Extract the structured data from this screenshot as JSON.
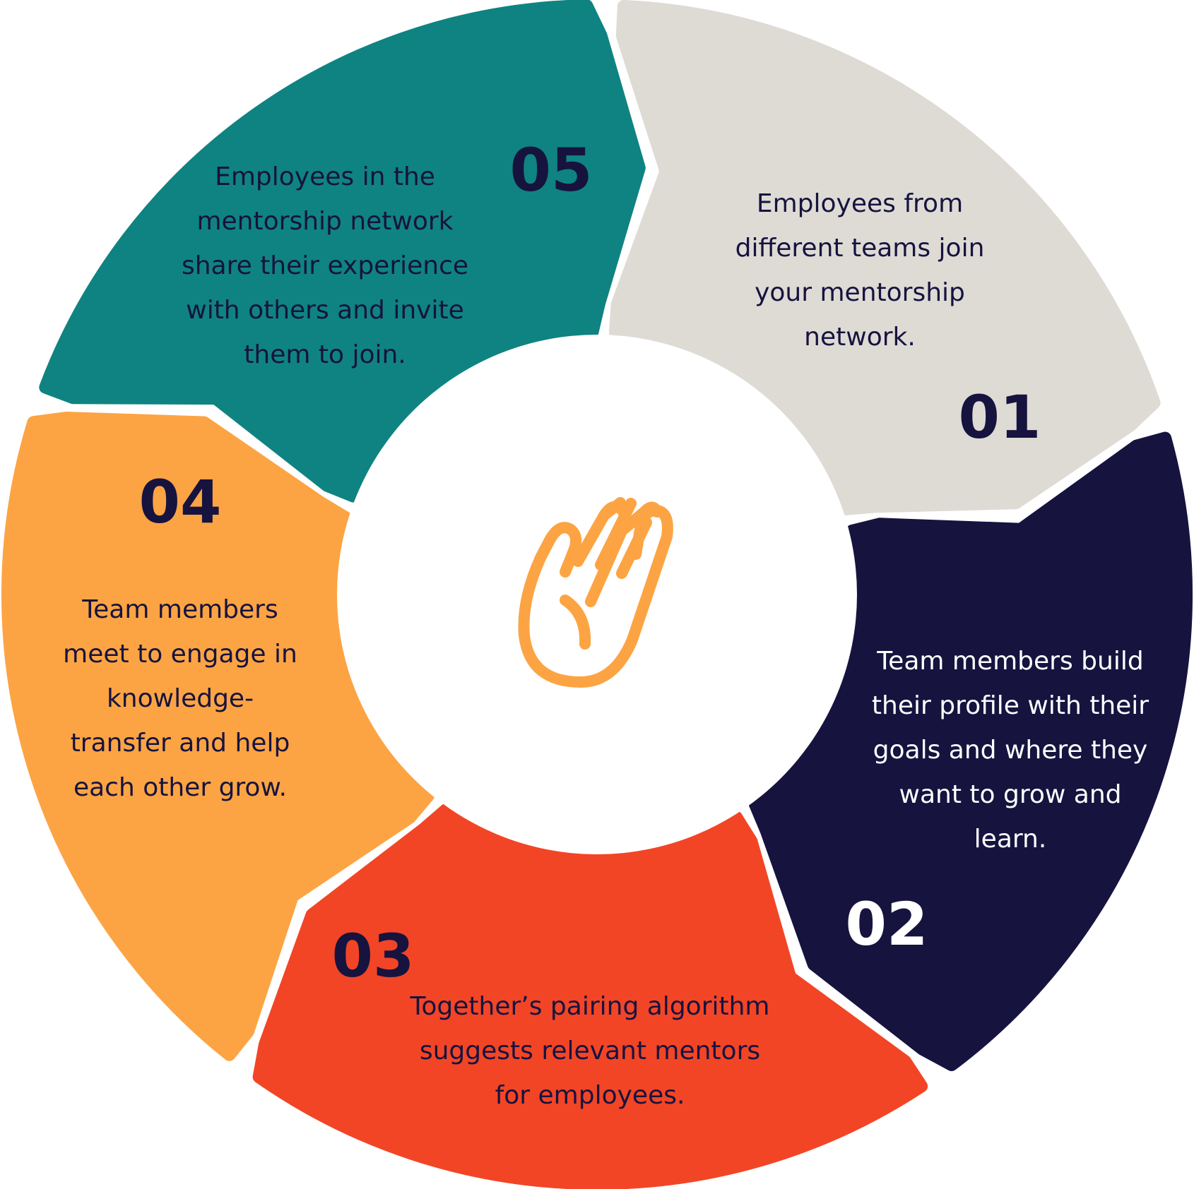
{
  "diagram": {
    "type": "cycle",
    "center_icon": "raised-hand-icon",
    "steps": [
      {
        "number": "01",
        "color": "#dedbd5",
        "text_color": "#16133f",
        "lines": [
          "Employees from",
          "different teams join",
          "your mentorship",
          "network."
        ]
      },
      {
        "number": "02",
        "color": "#16133f",
        "text_color": "#ffffff",
        "lines": [
          "Team members build",
          "their profile with their",
          "goals and where they",
          "want to grow and",
          "learn."
        ]
      },
      {
        "number": "03",
        "color": "#f24526",
        "text_color": "#16133f",
        "lines": [
          "Together’s pairing algorithm",
          "suggests relevant mentors",
          "for employees."
        ]
      },
      {
        "number": "04",
        "color": "#fca443",
        "text_color": "#16133f",
        "lines": [
          "Team members",
          "meet to engage in",
          "knowledge-",
          "transfer and help",
          "each other grow."
        ]
      },
      {
        "number": "05",
        "color": "#0f8381",
        "text_color": "#16133f",
        "lines": [
          "Employees in the",
          "mentorship network",
          "share their experience",
          "with others and invite",
          "them to join."
        ]
      }
    ],
    "icon_color": "#fca443"
  }
}
